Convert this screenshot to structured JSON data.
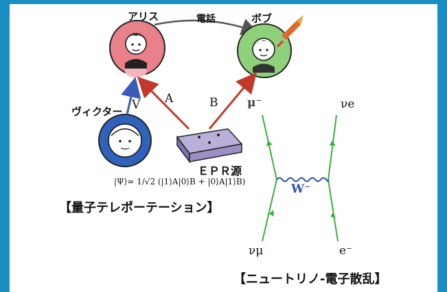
{
  "colors": {
    "frame_blue": "#1a8fc4",
    "alice_fill": "#e8818a",
    "bob_fill": "#8fd07a",
    "victor_fill": "#2f62b8",
    "epr_box": "#9b8fc4",
    "arrow_red": "#c0392b",
    "arrow_blue": "#3b5bb8",
    "green_line": "#3cae3c",
    "wave_blue": "#2a4fa8"
  },
  "teleportation": {
    "alice": "アリス",
    "bob": "ボブ",
    "phone": "電話",
    "victor": "ヴィクター",
    "v": "V",
    "a": "A",
    "b": "B",
    "epr": "ＥＰＲ源",
    "formula": "|Ψ⟩= 1/√2 (|1⟩A|0⟩B + |0⟩A|1⟩B)",
    "caption": "【量子テレポーテーション】"
  },
  "neutrino": {
    "mu": "μ⁻",
    "nu_e": "νe",
    "w": "W⁻",
    "nu_mu": "νμ",
    "e": "e⁻",
    "caption": "【ニュートリノ-電子散乱】"
  }
}
